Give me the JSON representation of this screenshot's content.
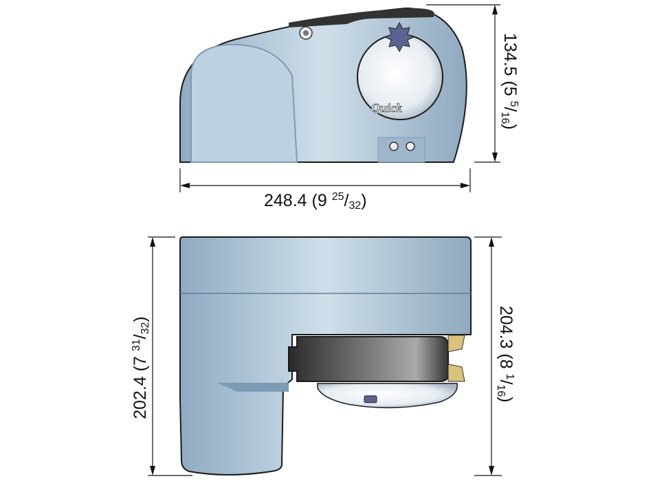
{
  "brand_logo": "Quick",
  "dimensions": {
    "top_width": {
      "metric": "248.4",
      "imperial_whole": "9",
      "imperial_num": "25",
      "imperial_den": "32"
    },
    "top_height": {
      "metric": "134.5",
      "imperial_whole": "5",
      "imperial_num": "5",
      "imperial_den": "16"
    },
    "side_left_height": {
      "metric": "202.4",
      "imperial_whole": "7",
      "imperial_num": "31",
      "imperial_den": "32"
    },
    "side_right_height": {
      "metric": "204.3",
      "imperial_whole": "8",
      "imperial_num": "1",
      "imperial_den": "16"
    }
  },
  "colors": {
    "body": "#a9c2d6",
    "outline": "#1a1a1a",
    "gypsy": "#555",
    "gold": "#d9c27a",
    "star": "#5b6390"
  }
}
